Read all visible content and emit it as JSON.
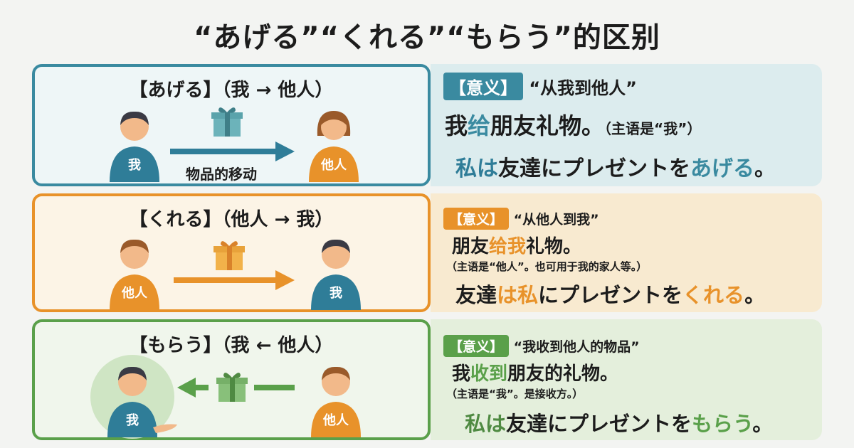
{
  "title": "“あげる”“くれる”“もらう”的区别",
  "colors": {
    "teal": "#3a8aa0",
    "orange": "#e8922a",
    "green": "#5aa04a",
    "teal_bg": "#dcecee",
    "orange_bg": "#f8ead0",
    "green_bg": "#e4efdc"
  },
  "rows": [
    {
      "heading": "【あげる】（我 → 他人）",
      "left_person": "我",
      "right_person": "他人",
      "arrow_label": "物品的移动",
      "tag": "【意义】",
      "meaning": "“从我到他人”",
      "cn_pre": "我",
      "cn_hl": "给",
      "cn_post": "朋友礼物。",
      "cn_note": "（主语是“我”）",
      "jp_a": "私は",
      "jp_b": "友達にプレゼントを",
      "jp_c": "あげる",
      "jp_d": "。"
    },
    {
      "heading": "【くれる】（他人 → 我）",
      "left_person": "他人",
      "right_person": "我",
      "tag": "【意义】",
      "meaning": "“从他人到我”",
      "cn_pre": "朋友",
      "cn_hl": "给我",
      "cn_post": "礼物。",
      "cn_note": "（主语是“他人”。也可用于我的家人等。）",
      "jp_a": "友達",
      "jp_b": "は私",
      "jp_c": "にプレゼントを",
      "jp_d": "くれる",
      "jp_e": "。"
    },
    {
      "heading": "【もらう】（我 ← 他人）",
      "left_person": "我",
      "right_person": "他人",
      "tag": "【意义】",
      "meaning": "“我收到他人的物品”",
      "cn_pre": "我",
      "cn_hl": "收到",
      "cn_post": "朋友的礼物。",
      "cn_note": "（主语是“我”。是接收方。）",
      "jp_a": "私は",
      "jp_b": "友達にプレゼントを",
      "jp_c": "もらう",
      "jp_d": "。"
    }
  ],
  "icons": [
    "person-icon",
    "gift-icon",
    "arrow-right-icon",
    "arrow-left-icon"
  ]
}
